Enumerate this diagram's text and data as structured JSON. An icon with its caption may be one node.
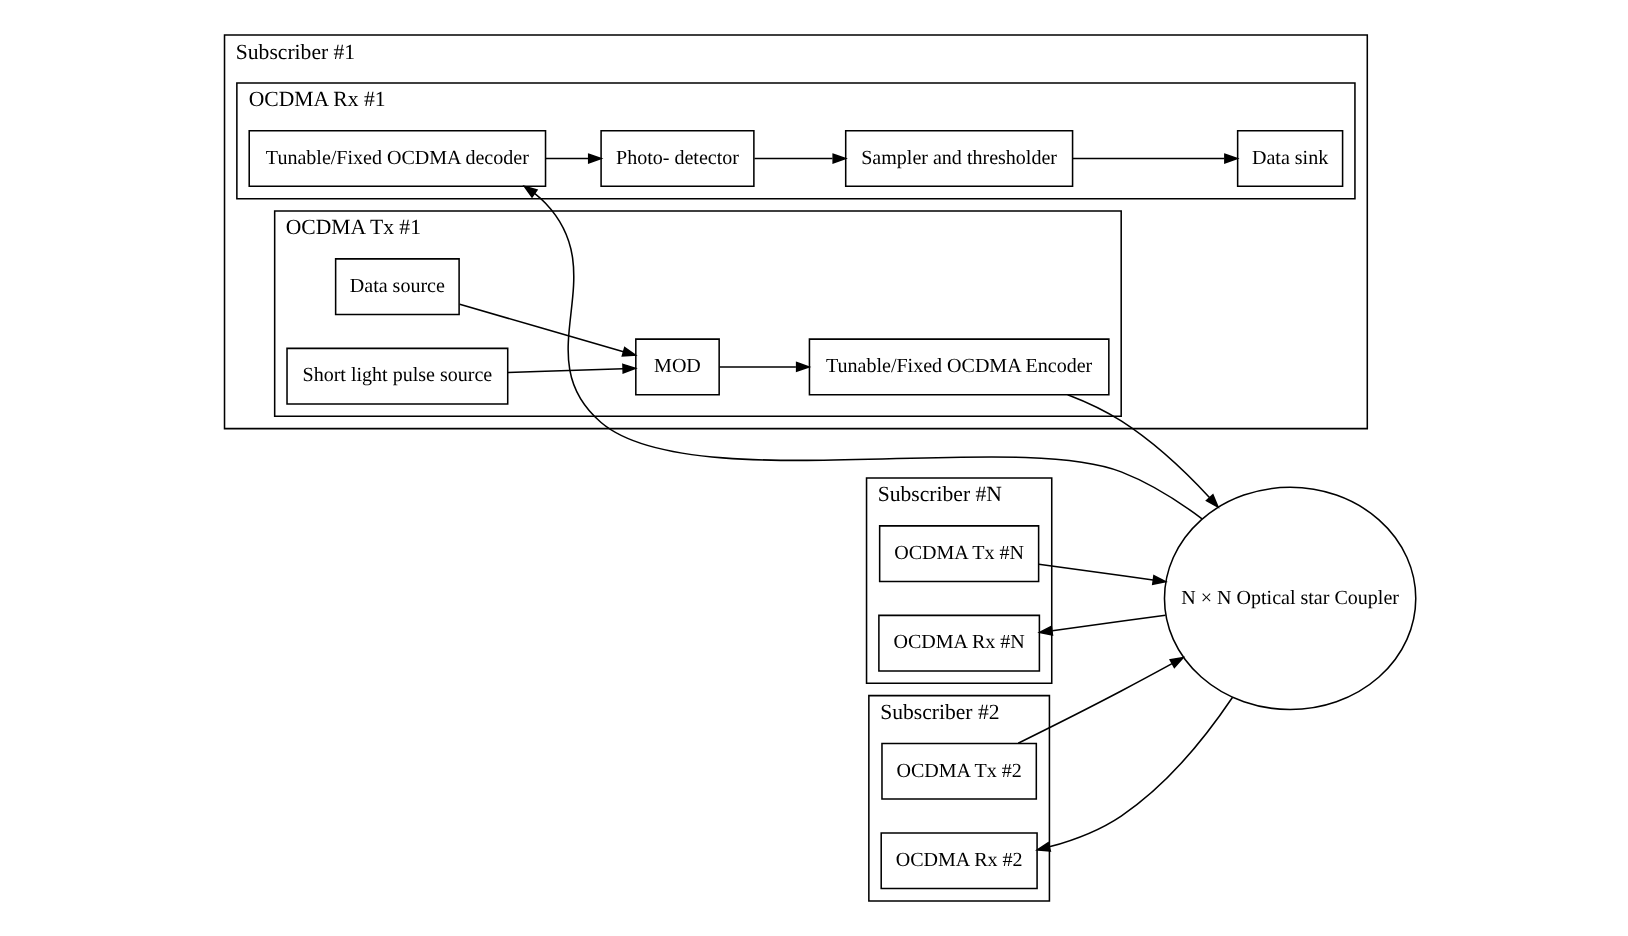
{
  "diagram": {
    "nodes": [
      {
        "text": [
          "Subscriber #1"
        ]
      },
      {
        "text": [
          "OCDMA Tx #1"
        ],
        "in": 0
      },
      {
        "text": [
          "Data source"
        ],
        "in": 1
      },
      {
        "text": [
          "Short light pulse source"
        ],
        "in": 1
      },
      {
        "text": [
          "MOD"
        ],
        "in": 1
      },
      {
        "text": [
          "Tunable/Fixed OCDMA Encoder"
        ],
        "in": 1
      },
      {
        "text": [
          "OCDMA Rx #1"
        ],
        "in": 0
      },
      {
        "text": [
          "Tunable/Fixed OCDMA decoder"
        ],
        "in": 6
      },
      {
        "text": [
          "Photo- detector"
        ],
        "in": 6
      },
      {
        "text": [
          "Sampler and thresholder"
        ],
        "in": 6
      },
      {
        "text": [
          "Data sink"
        ],
        "in": 6
      },
      {
        "text": [
          "N × N Optical star Coupler"
        ]
      },
      {
        "text": [
          "Subscriber #N"
        ]
      },
      {
        "text": [
          "OCDMA Tx #N"
        ],
        "in": 12
      },
      {
        "text": [
          "OCDMA Rx #N"
        ],
        "in": 12
      },
      {
        "text": [
          "Subscriber #2"
        ]
      },
      {
        "text": [
          "OCDMA Tx #2"
        ],
        "in": 15
      },
      {
        "text": [
          "OCDMA Rx #2"
        ],
        "in": 15
      }
    ],
    "edges": [
      {
        "from": 2,
        "to": 4,
        "arrow": "to"
      },
      {
        "from": 3,
        "to": 4,
        "arrow": "to"
      },
      {
        "from": 4,
        "to": 5,
        "arrow": "to"
      },
      {
        "from": 5,
        "to": 11,
        "arrow": "to"
      },
      {
        "from": 11,
        "to": 7,
        "arrow": "to"
      },
      {
        "from": 7,
        "to": 8,
        "arrow": "to"
      },
      {
        "from": 8,
        "to": 9,
        "arrow": "to"
      },
      {
        "from": 9,
        "to": 10,
        "arrow": "to"
      },
      {
        "from": 13,
        "to": 11,
        "arrow": "to"
      },
      {
        "from": 11,
        "to": 14,
        "arrow": "to"
      },
      {
        "from": 16,
        "to": 11,
        "arrow": "to"
      },
      {
        "from": 11,
        "to": 17,
        "arrow": "to"
      }
    ]
  }
}
